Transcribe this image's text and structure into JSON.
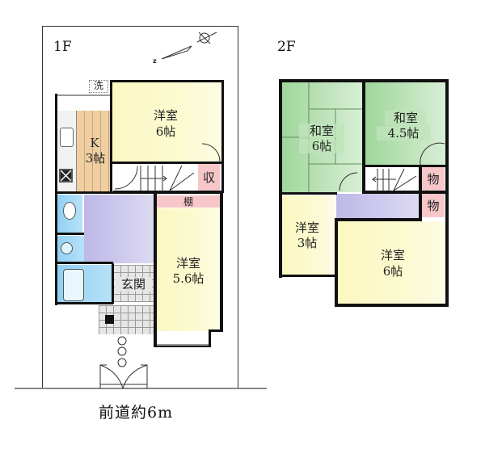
{
  "floors": [
    {
      "id": "1F",
      "label": "1F",
      "rooms": [
        {
          "id": "western-6",
          "name": "洋室",
          "size": "6帖"
        },
        {
          "id": "kitchen",
          "name": "K",
          "size": "3帖"
        },
        {
          "id": "storage",
          "name": "収"
        },
        {
          "id": "shelf",
          "name": "棚"
        },
        {
          "id": "western-5-6",
          "name": "洋室",
          "size": "5.6帖"
        },
        {
          "id": "entrance",
          "name": "玄関"
        },
        {
          "id": "washer",
          "name": "洗"
        }
      ]
    },
    {
      "id": "2F",
      "label": "2F",
      "rooms": [
        {
          "id": "japanese-6",
          "name": "和室",
          "size": "6帖"
        },
        {
          "id": "japanese-4-5",
          "name": "和室",
          "size": "4.5帖"
        },
        {
          "id": "closet-1",
          "name": "物"
        },
        {
          "id": "closet-2",
          "name": "物"
        },
        {
          "id": "western-3",
          "name": "洋室",
          "size": "3帖"
        },
        {
          "id": "western-6-2f",
          "name": "洋室",
          "size": "6帖"
        }
      ]
    }
  ],
  "road": {
    "label": "前道約6m"
  },
  "compass": {
    "north_label": "N"
  },
  "colors": {
    "western_room": "#fbf8c2",
    "japanese_room": "#a8dba4",
    "hallway": "#c8c3ea",
    "storage": "#f7c6c9",
    "wet_area": "#a6daf6",
    "wall": "#111111"
  }
}
